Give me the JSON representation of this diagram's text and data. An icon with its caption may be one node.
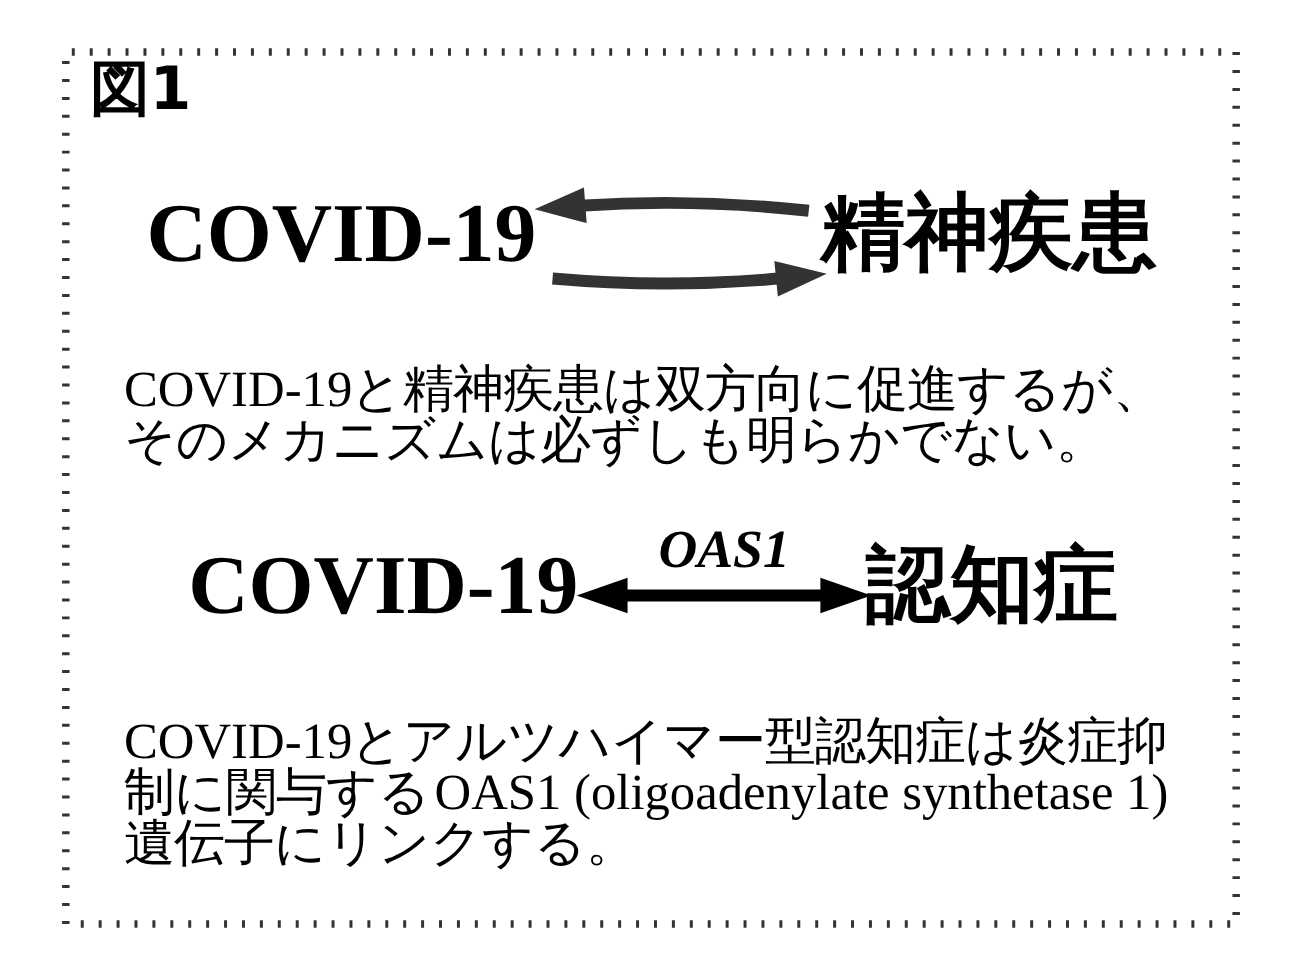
{
  "diagram": {
    "nodes": [
      {
        "text": [
          "図1"
        ]
      },
      {
        "text": [
          "COVID-19"
        ],
        "in": 0
      },
      {
        "text": [
          "精神疾患"
        ],
        "in": 0
      },
      {
        "text": [
          "COVID-19"
        ],
        "in": 0
      },
      {
        "text": [
          "認知症"
        ],
        "in": 0
      }
    ],
    "edges": [
      {
        "from": 1,
        "to": 2,
        "arrow": "to"
      },
      {
        "from": 2,
        "to": 1,
        "arrow": "to"
      },
      {
        "from": 3,
        "to": 4,
        "arrow": "both",
        "label": "OAS1",
        "color": "#000000"
      }
    ],
    "labels": [
      "COVID-19と精神疾患は双方向に促進するが、そのメカニズムは必ずしも明らかでない。",
      "COVID-19とアルツハイマー型認知症は炎症抑制に関与するOAS1 (oligoadenylate synthetase 1)遺伝子にリンクする。"
    ]
  }
}
